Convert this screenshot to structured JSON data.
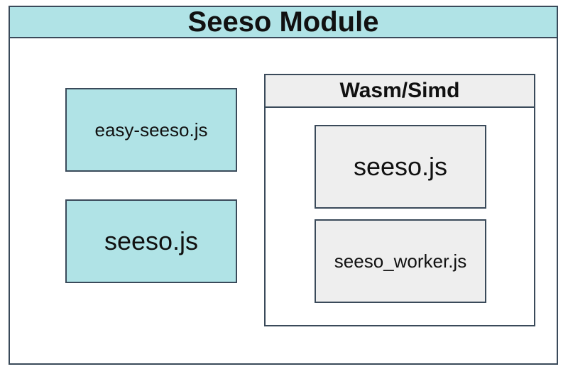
{
  "module": {
    "title": "Seeso Module",
    "header_color": "#b0e3e6"
  },
  "left_boxes": [
    {
      "label": "easy-seeso.js",
      "color": "#b0e3e6"
    },
    {
      "label": "seeso.js",
      "color": "#b0e3e6"
    }
  ],
  "wasm_group": {
    "title": "Wasm/Simd",
    "header_color": "#eeeeee",
    "items": [
      {
        "label": "seeso.js",
        "color": "#eeeeee"
      },
      {
        "label": "seeso_worker.js",
        "color": "#eeeeee"
      }
    ]
  }
}
